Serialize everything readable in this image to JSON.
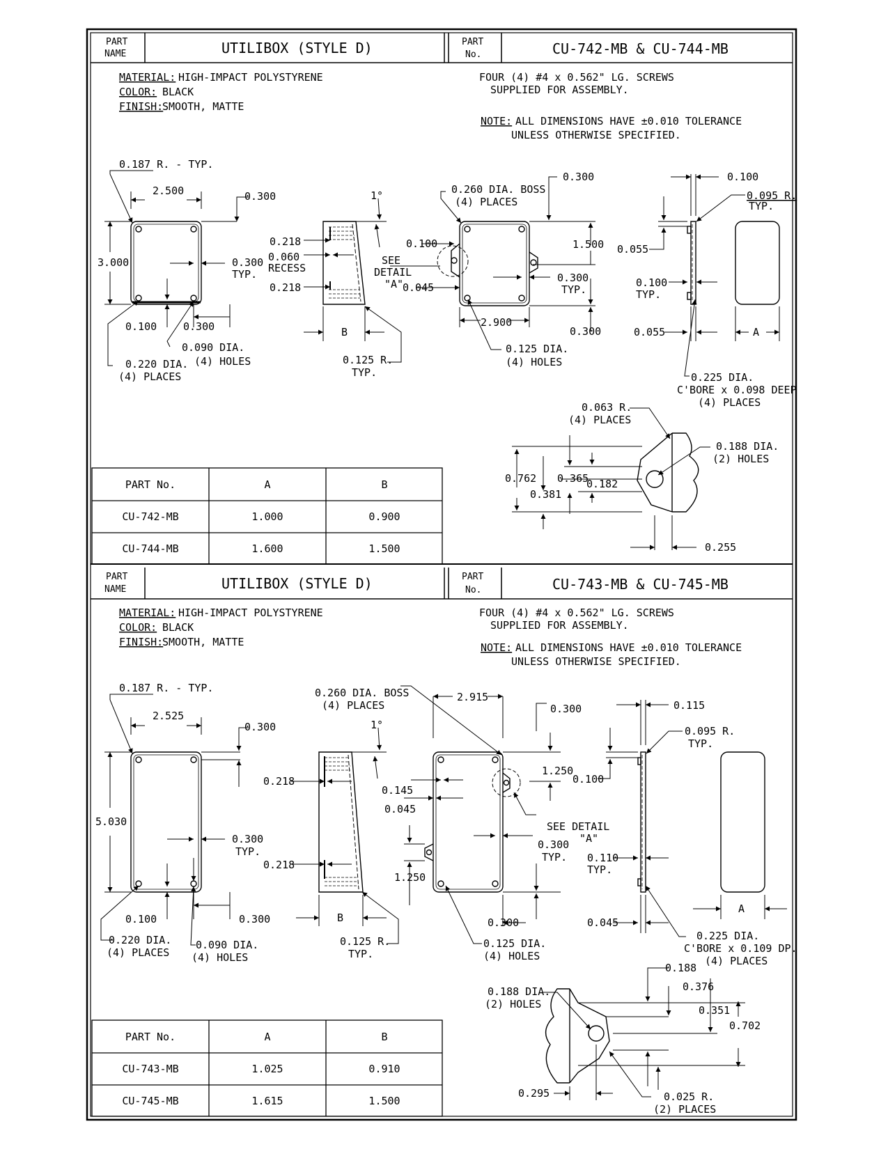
{
  "sheets": [
    {
      "title_block": {
        "part_name_label": [
          "PART",
          "NAME"
        ],
        "part_name": "UTILIBOX  (STYLE D)",
        "part_no_label": [
          "PART",
          "No."
        ],
        "part_no": "CU-742-MB  &  CU-744-MB"
      },
      "notes": {
        "material_label": "MATERIAL:",
        "material": "HIGH-IMPACT POLYSTYRENE",
        "color_label": "COLOR:",
        "color": "BLACK",
        "finish_label": "FINISH:",
        "finish": "SMOOTH, MATTE",
        "screws": [
          "FOUR (4) #4 x 0.562\" LG. SCREWS",
          "SUPPLIED FOR ASSEMBLY."
        ],
        "note_label": "NOTE:",
        "tolerance": [
          "ALL DIMENSIONS HAVE ±0.010 TOLERANCE",
          "UNLESS OTHERWISE SPECIFIED."
        ]
      },
      "dims": {
        "radius_typ": "0.187 R. - TYP.",
        "width": "2.500",
        "edge_top": "0.300",
        "height": "3.000",
        "side_typ": "0.300",
        "typ": "TYP.",
        "bottom_left": "0.100",
        "bottom_mid": "0.300",
        "hole_dia": "0.090 DIA.",
        "holes4": "(4) HOLES",
        "pad_dia": "0.220 DIA.",
        "places4": "(4) PLACES",
        "side_angle": "1°",
        "side_218_top": "0.218",
        "side_060": "0.060",
        "recess": "RECESS",
        "side_218_bot": "0.218",
        "b_label": "B",
        "r125": "0.125 R.",
        "r125_typ": "TYP.",
        "see_detail": [
          "SEE",
          "DETAIL",
          "\"A\""
        ],
        "boss_dia": "0.260 DIA. BOSS",
        "boss_places": "(4) PLACES",
        "base_300": "0.300",
        "base_100": "0.100",
        "base_1500": "1.500",
        "base_045": "0.045",
        "base_300b": "0.300",
        "base_typ": "TYP.",
        "base_2900": "2.900",
        "base_300c": "0.300",
        "base_hole": "0.125 DIA.",
        "base_holes4": "(4) HOLES",
        "end_100": "0.100",
        "end_095": "0.095 R.",
        "end_typ": "TYP.",
        "end_055a": "0.055",
        "end_100b": "0.100",
        "end_typ2": "TYP.",
        "end_055b": "0.055",
        "a_label": "A",
        "cbore": [
          "0.225 DIA.",
          "C'BORE x 0.098 DEEP",
          "(4) PLACES"
        ],
        "detail": {
          "r063": "0.063 R.",
          "r063_places": "(4) PLACES",
          "d188": "0.188 DIA.",
          "d188_holes": "(2) HOLES",
          "v762": "0.762",
          "v365": "0.365",
          "v182": "0.182",
          "v381": "0.381",
          "v255": "0.255"
        }
      },
      "table": {
        "headers": [
          "PART No.",
          "A",
          "B"
        ],
        "rows": [
          [
            "CU-742-MB",
            "1.000",
            "0.900"
          ],
          [
            "CU-744-MB",
            "1.600",
            "1.500"
          ]
        ]
      }
    },
    {
      "title_block": {
        "part_name_label": [
          "PART",
          "NAME"
        ],
        "part_name": "UTILIBOX  (STYLE D)",
        "part_no_label": [
          "PART",
          "No."
        ],
        "part_no": "CU-743-MB  &  CU-745-MB"
      },
      "notes": {
        "material_label": "MATERIAL:",
        "material": "HIGH-IMPACT POLYSTYRENE",
        "color_label": "COLOR:",
        "color": "BLACK",
        "finish_label": "FINISH:",
        "finish": "SMOOTH, MATTE",
        "screws": [
          "FOUR (4) #4 x 0.562\" LG. SCREWS",
          "SUPPLIED FOR ASSEMBLY."
        ],
        "note_label": "NOTE:",
        "tolerance": [
          "ALL DIMENSIONS HAVE ±0.010 TOLERANCE",
          "UNLESS OTHERWISE SPECIFIED."
        ]
      },
      "dims": {
        "radius_typ": "0.187 R. - TYP.",
        "width": "2.525",
        "edge_top": "0.300",
        "height": "5.030",
        "side_typ": "0.300",
        "typ": "TYP.",
        "bottom_left": "0.100",
        "bottom_mid": "0.300",
        "hole_dia": "0.090 DIA.",
        "holes4": "(4) HOLES",
        "pad_dia": "0.220 DIA.",
        "places4": "(4) PLACES",
        "side_angle": "1°",
        "side_218_top": "0.218",
        "side_218_bot": "0.218",
        "b_label": "B",
        "r125": "0.125 R.",
        "r125_typ": "TYP.",
        "boss_dia": "0.260 DIA. BOSS",
        "boss_places": "(4) PLACES",
        "base_2915": "2.915",
        "base_300": "0.300",
        "base_1250a": "1.250",
        "base_145": "0.145",
        "base_045": "0.045",
        "see_detail": [
          "SEE DETAIL",
          "\"A\""
        ],
        "base_300b": "0.300",
        "base_typ": "TYP.",
        "base_1250b": "1.250",
        "base_300c": "0.300",
        "base_hole": "0.125 DIA.",
        "base_holes4": "(4) HOLES",
        "end_115": "0.115",
        "end_095": "0.095 R.",
        "end_typ": "TYP.",
        "end_100": "0.100",
        "end_110": "0.110",
        "end_typ2": "TYP.",
        "end_045": "0.045",
        "a_label": "A",
        "cbore": [
          "0.225 DIA.",
          "C'BORE x 0.109 DP.",
          "(4) PLACES"
        ],
        "detail": {
          "v188": "0.188",
          "d188": "0.188 DIA.",
          "d188_holes": "(2) HOLES",
          "v376": "0.376",
          "v351": "0.351",
          "v702": "0.702",
          "v295": "0.295",
          "r025": "0.025 R.",
          "r025_places": "(2) PLACES"
        }
      },
      "table": {
        "headers": [
          "PART No.",
          "A",
          "B"
        ],
        "rows": [
          [
            "CU-743-MB",
            "1.025",
            "0.910"
          ],
          [
            "CU-745-MB",
            "1.615",
            "1.500"
          ]
        ]
      }
    }
  ]
}
